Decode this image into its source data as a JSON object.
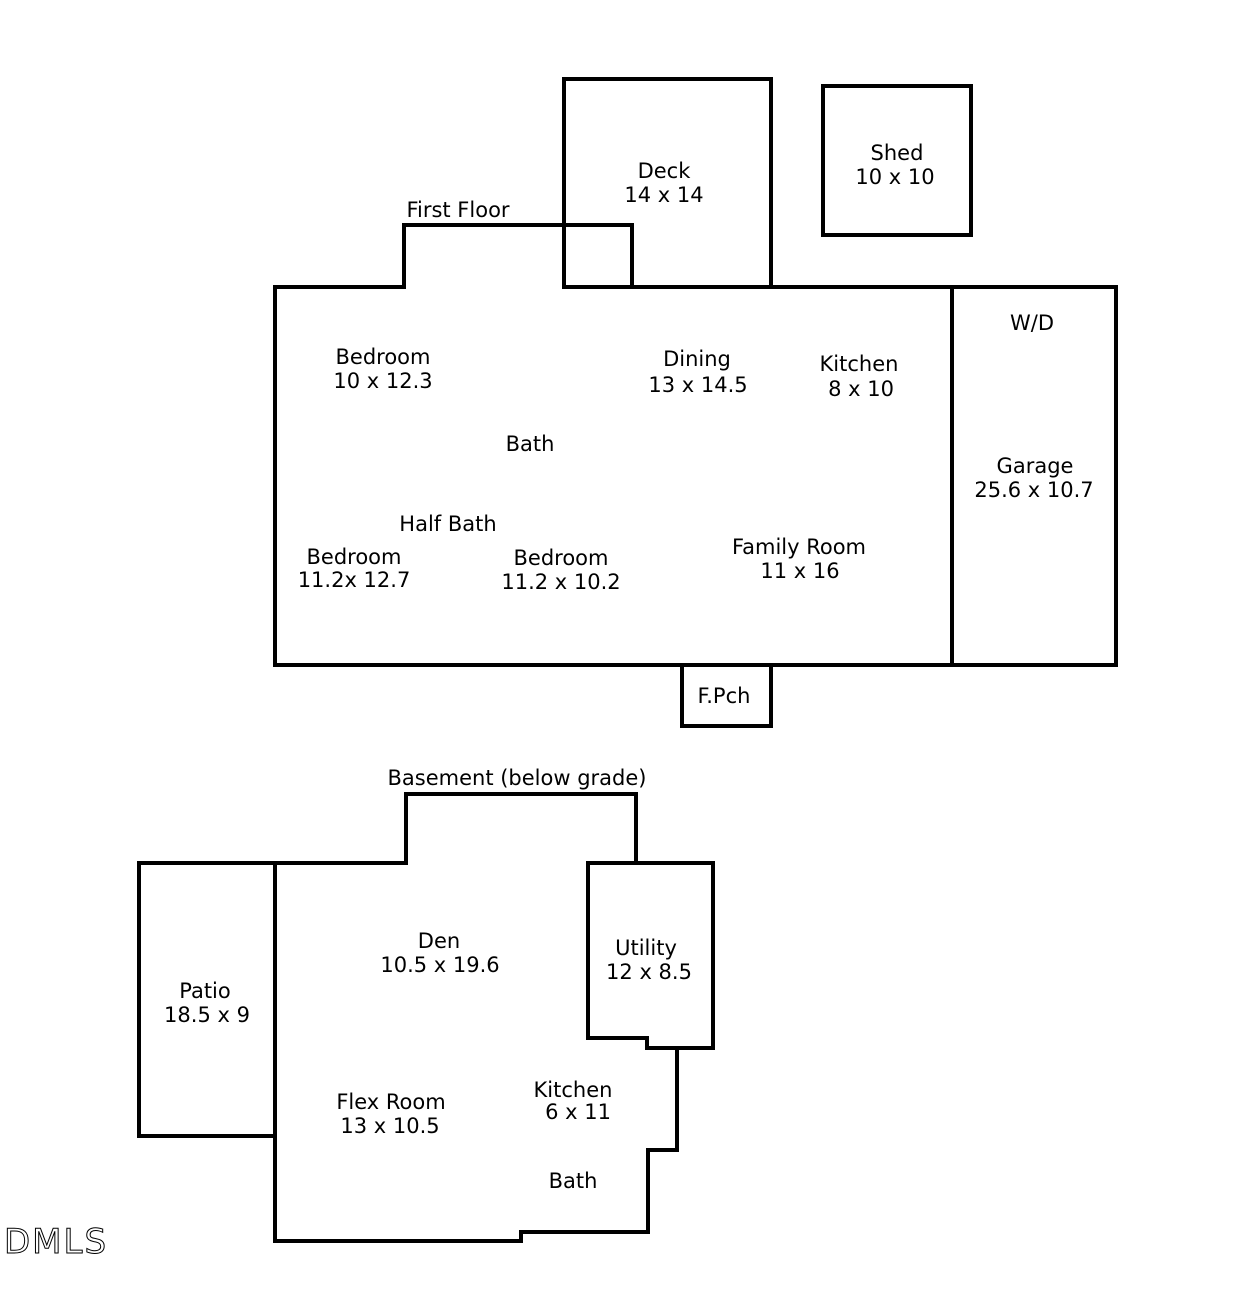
{
  "first_floor": {
    "title": "First Floor",
    "rooms": {
      "deck": {
        "name": "Deck",
        "size": "14 x 14"
      },
      "shed": {
        "name": "Shed",
        "size": "10 x 10"
      },
      "bedroom_1": {
        "name": "Bedroom",
        "size": "10 x 12.3"
      },
      "dining": {
        "name": "Dining",
        "size": "13 x 14.5"
      },
      "kitchen": {
        "name": "Kitchen",
        "size": "8 x 10"
      },
      "wd": {
        "name": "W/D"
      },
      "bath": {
        "name": "Bath"
      },
      "garage": {
        "name": "Garage",
        "size": "25.6 x 10.7"
      },
      "half_bath": {
        "name": "Half Bath"
      },
      "bedroom_2": {
        "name": "Bedroom",
        "size": "11.2x 12.7"
      },
      "bedroom_3": {
        "name": "Bedroom",
        "size": "11.2 x 10.2"
      },
      "family_room": {
        "name": "Family Room",
        "size": "11 x 16"
      },
      "front_porch": {
        "name": "F.Pch"
      }
    }
  },
  "basement": {
    "title": "Basement (below grade)",
    "rooms": {
      "den": {
        "name": "Den",
        "size": "10.5 x 19.6"
      },
      "utility": {
        "name": "Utility",
        "size": "12 x 8.5"
      },
      "patio": {
        "name": "Patio",
        "size": "18.5 x 9"
      },
      "flex_room": {
        "name": "Flex Room",
        "size": "13 x 10.5"
      },
      "kitchen": {
        "name": "Kitchen",
        "size": "6 x 11"
      },
      "bath": {
        "name": "Bath"
      }
    }
  },
  "logo": {
    "text": "DMLS"
  }
}
